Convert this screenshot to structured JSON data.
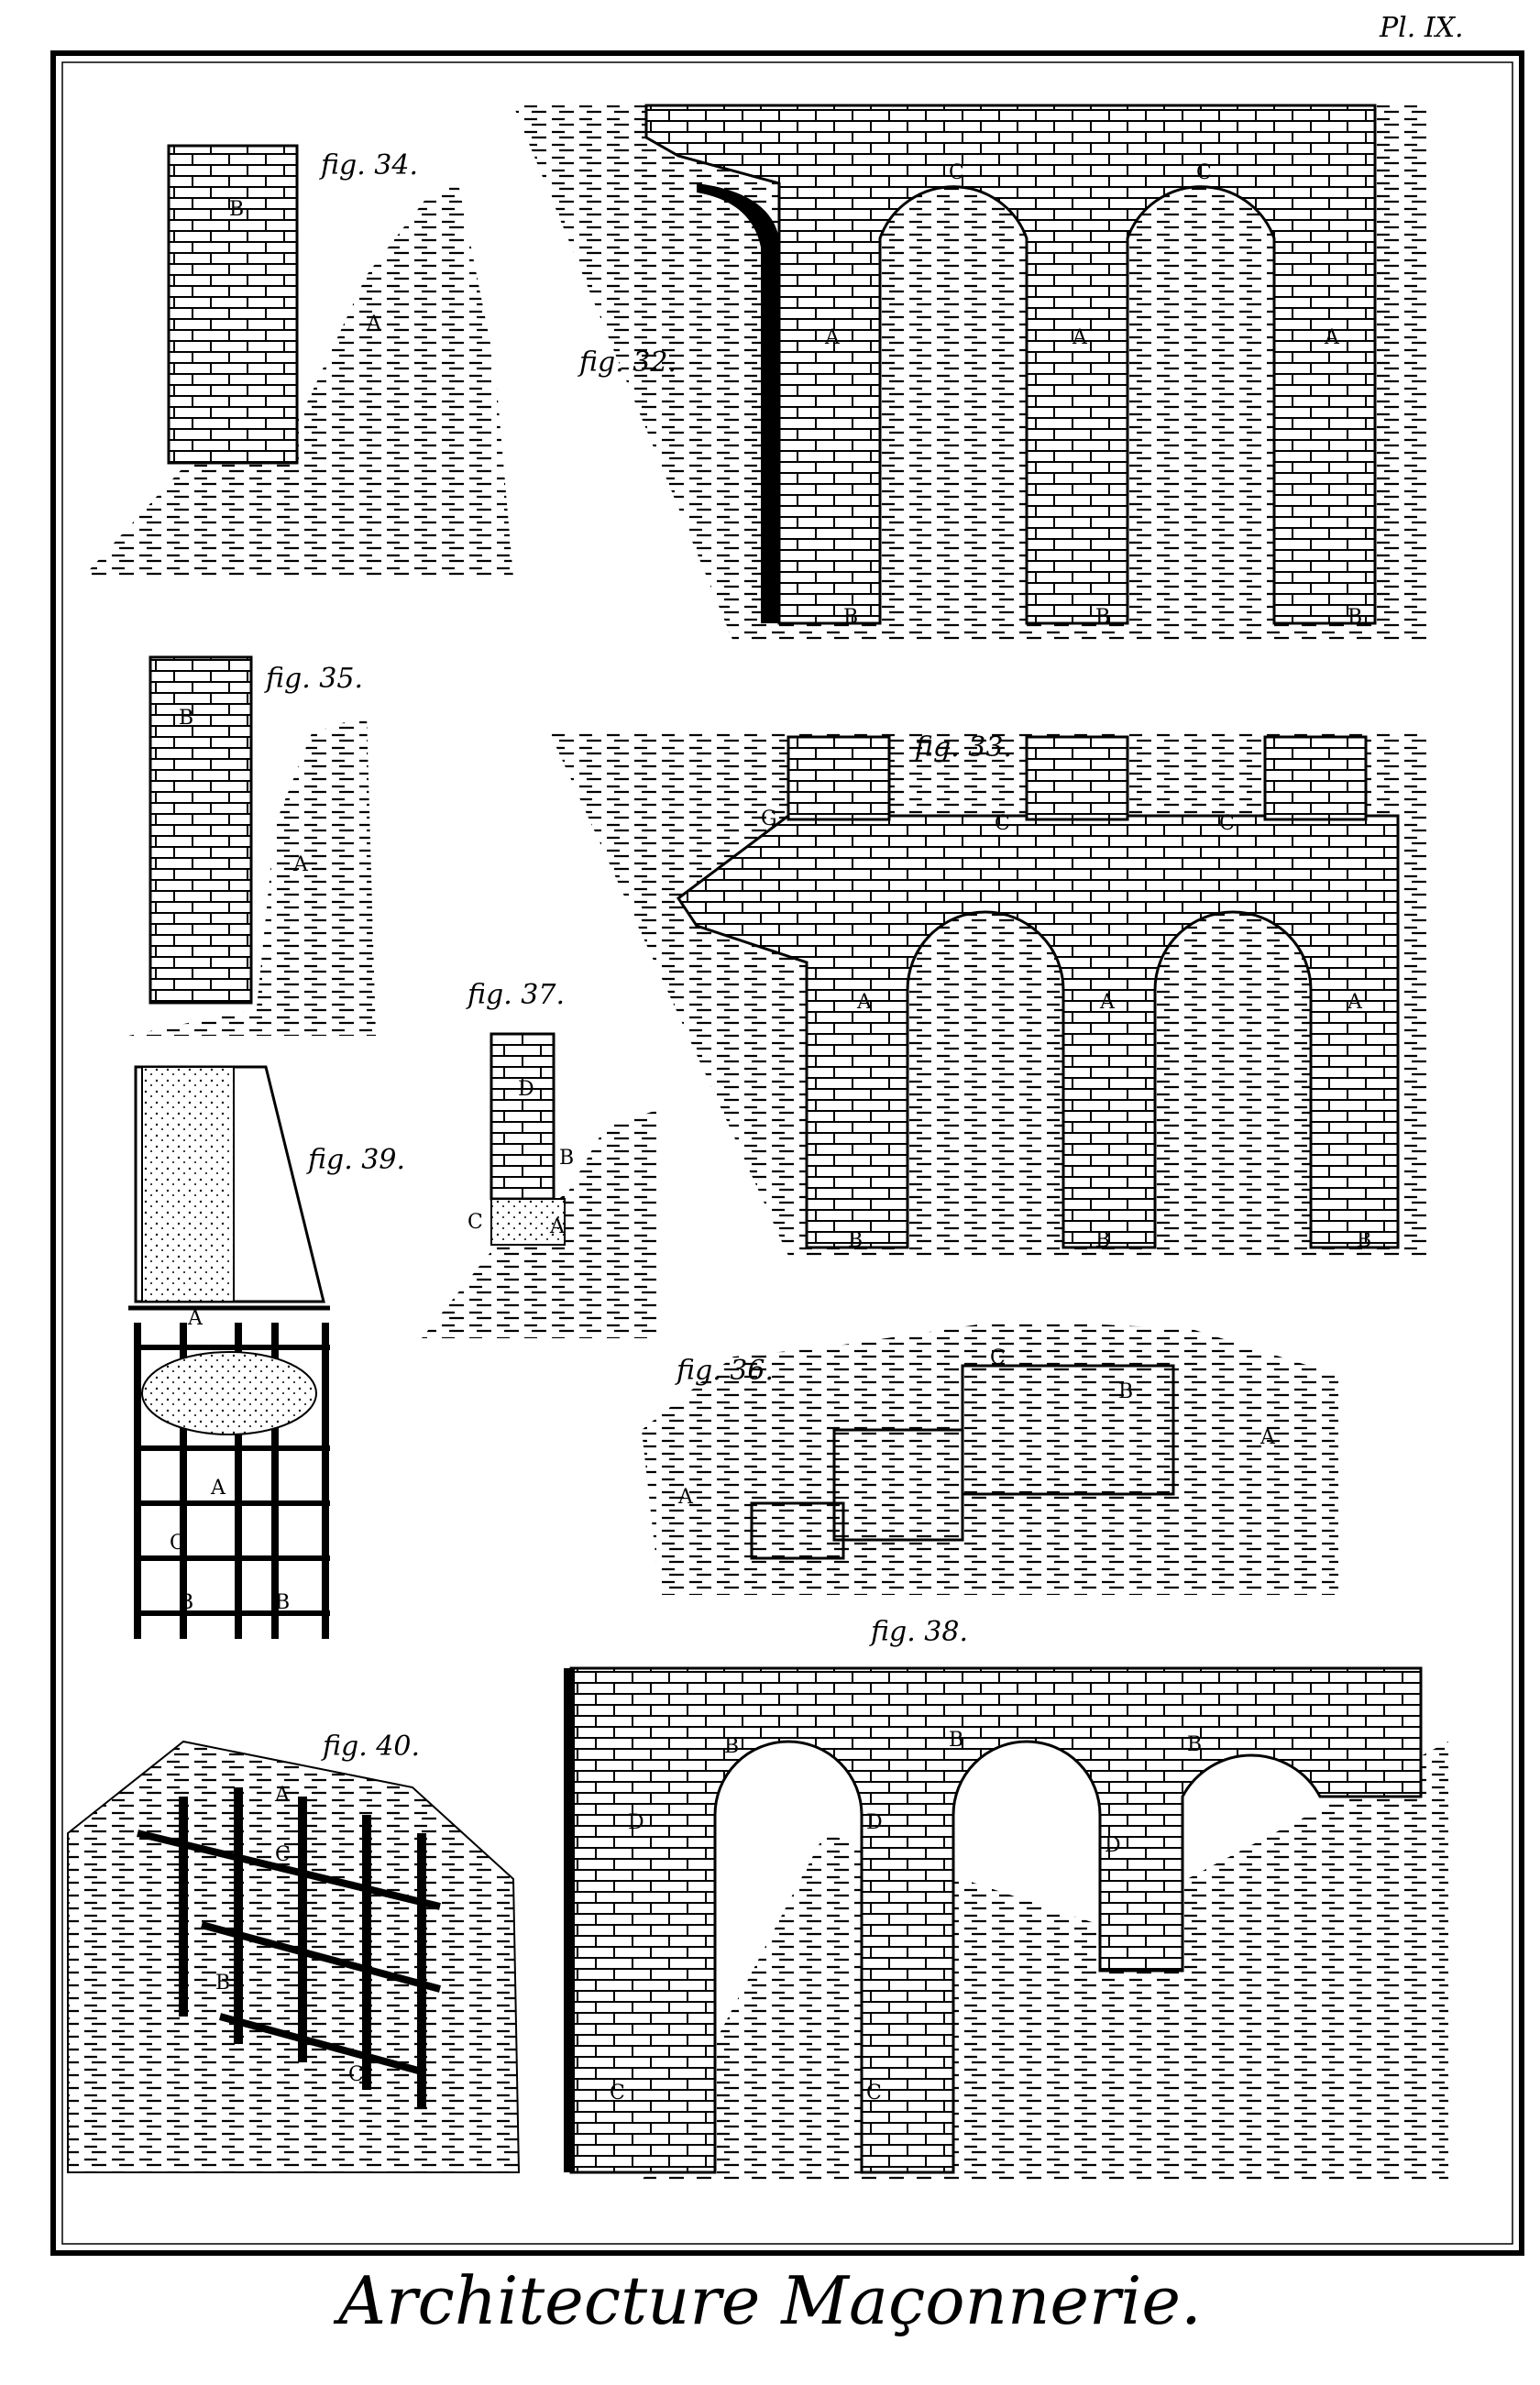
{
  "plate_number": "Pl. IX.",
  "title": "Architecture Maçonnerie.",
  "figures": {
    "fig34": {
      "label": "fig. 34.",
      "letters": [
        "B",
        "A"
      ]
    },
    "fig32": {
      "label": "fig. 32.",
      "letters": [
        "C",
        "C",
        "A",
        "A",
        "A",
        "B",
        "B",
        "B"
      ]
    },
    "fig35": {
      "label": "fig. 35.",
      "letters": [
        "B",
        "A"
      ]
    },
    "fig33": {
      "label": "fig. 33.",
      "letters": [
        "G",
        "C",
        "C",
        "A",
        "A",
        "A",
        "B",
        "B",
        "B"
      ]
    },
    "fig37": {
      "label": "fig. 37.",
      "letters": [
        "D",
        "B",
        "C",
        "A"
      ]
    },
    "fig39": {
      "label": "fig. 39.",
      "letters": [
        "A",
        "A",
        "C",
        "B",
        "B"
      ]
    },
    "fig36": {
      "label": "fig. 36.",
      "letters": [
        "C",
        "B",
        "A",
        "A"
      ]
    },
    "fig38": {
      "label": "fig. 38.",
      "letters": [
        "B",
        "B",
        "B",
        "D",
        "D",
        "D",
        "C",
        "C"
      ]
    },
    "fig40": {
      "label": "fig. 40.",
      "letters": [
        "A",
        "C",
        "C",
        "B"
      ]
    }
  }
}
